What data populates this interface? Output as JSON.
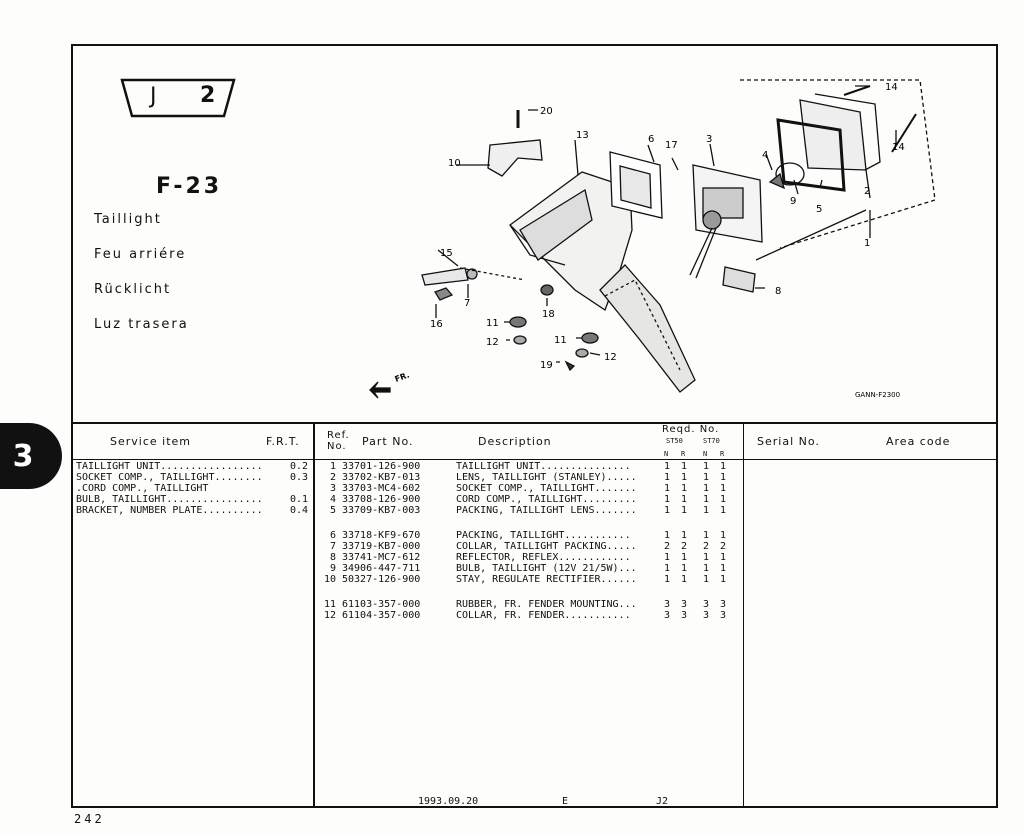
{
  "page": {
    "section_badge": {
      "code_letter": "J",
      "code_number": "2"
    },
    "figure_code": "F-23",
    "titles": [
      "Taillight",
      "Feu arriére",
      "Rücklicht",
      "Luz trasera"
    ],
    "chapter_tab": "3",
    "page_number": "242"
  },
  "diagram": {
    "code": "GANN-F2300",
    "front_marker": "FR.",
    "callouts": [
      "20",
      "13",
      "6",
      "17",
      "3",
      "4",
      "14",
      "14",
      "10",
      "2",
      "9",
      "5",
      "1",
      "15",
      "7",
      "8",
      "18",
      "16",
      "11",
      "12",
      "11",
      "12",
      "19"
    ]
  },
  "table": {
    "headers": {
      "service_item": "Service  item",
      "frt": "F.R.T.",
      "ref_no": "Ref. No.",
      "part_no": "Part No.",
      "description": "Description",
      "reqd_no": "Reqd. No.",
      "model_a": "ST50",
      "model_b": "ST70",
      "sub_a1": "N",
      "sub_a2": "R",
      "sub_b1": "N",
      "sub_b2": "R",
      "serial_no": "Serial No.",
      "area_code": "Area code"
    },
    "service_items": [
      {
        "name": "TAILLIGHT UNIT.................",
        "frt": "0.2"
      },
      {
        "name": "SOCKET COMP., TAILLIGHT........",
        "frt": "0.3"
      },
      {
        "name": ".CORD COMP., TAILLIGHT",
        "frt": ""
      },
      {
        "name": "BULB, TAILLIGHT................",
        "frt": "0.1"
      },
      {
        "name": "BRACKET, NUMBER PLATE..........",
        "frt": "0.4"
      }
    ],
    "parts_group1": [
      {
        "ref": "1",
        "part": "33701-126-900",
        "desc": "TAILLIGHT UNIT...............",
        "q": [
          "1",
          "1",
          "1",
          "1"
        ]
      },
      {
        "ref": "2",
        "part": "33702-KB7-013",
        "desc": "LENS, TAILLIGHT (STANLEY).....",
        "q": [
          "1",
          "1",
          "1",
          "1"
        ]
      },
      {
        "ref": "3",
        "part": "33703-MC4-602",
        "desc": "SOCKET COMP., TAILLIGHT.......",
        "q": [
          "1",
          "1",
          "1",
          "1"
        ]
      },
      {
        "ref": "4",
        "part": "33708-126-900",
        "desc": "CORD COMP., TAILLIGHT.........",
        "q": [
          "1",
          "1",
          "1",
          "1"
        ]
      },
      {
        "ref": "5",
        "part": "33709-KB7-003",
        "desc": "PACKING, TAILLIGHT LENS.......",
        "q": [
          "1",
          "1",
          "1",
          "1"
        ]
      }
    ],
    "parts_group2": [
      {
        "ref": "6",
        "part": "33718-KF9-670",
        "desc": "PACKING, TAILLIGHT...........",
        "q": [
          "1",
          "1",
          "1",
          "1"
        ]
      },
      {
        "ref": "7",
        "part": "33719-KB7-000",
        "desc": "COLLAR, TAILLIGHT PACKING.....",
        "q": [
          "2",
          "2",
          "2",
          "2"
        ]
      },
      {
        "ref": "8",
        "part": "33741-MC7-612",
        "desc": "REFLECTOR, REFLEX............",
        "q": [
          "1",
          "1",
          "1",
          "1"
        ]
      },
      {
        "ref": "9",
        "part": "34906-447-711",
        "desc": "BULB, TAILLIGHT (12V 21/5W)...",
        "q": [
          "1",
          "1",
          "1",
          "1"
        ]
      },
      {
        "ref": "10",
        "part": "50327-126-900",
        "desc": "STAY, REGULATE RECTIFIER......",
        "q": [
          "1",
          "1",
          "1",
          "1"
        ]
      }
    ],
    "parts_group3": [
      {
        "ref": "11",
        "part": "61103-357-000",
        "desc": "RUBBER, FR. FENDER MOUNTING...",
        "q": [
          "3",
          "3",
          "3",
          "3"
        ]
      },
      {
        "ref": "12",
        "part": "61104-357-000",
        "desc": "COLLAR, FR. FENDER...........",
        "q": [
          "3",
          "3",
          "3",
          "3"
        ]
      }
    ],
    "footer": {
      "date": "1993.09.20",
      "edition": "E",
      "code": "J2"
    }
  }
}
